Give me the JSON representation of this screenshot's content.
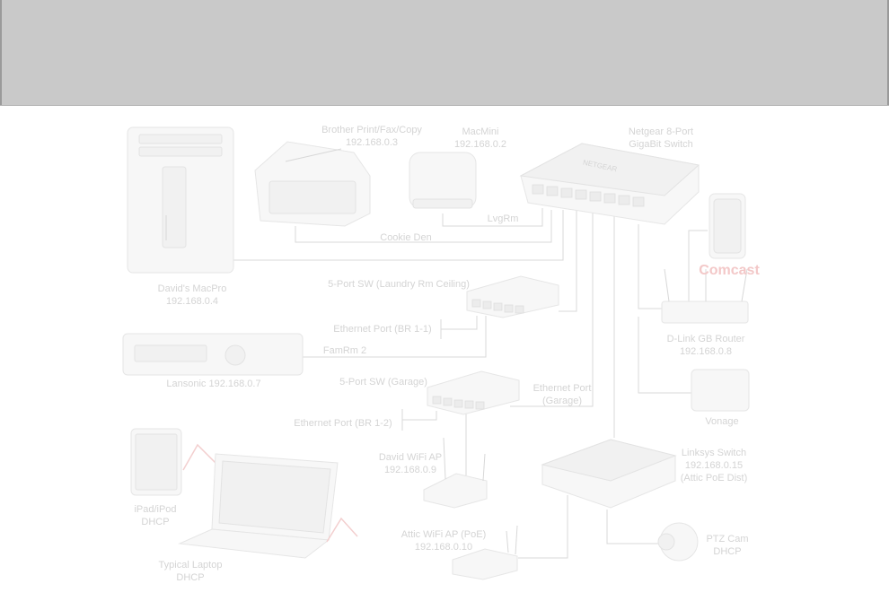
{
  "labels": {
    "brother_name": "Brother Print/Fax/Copy",
    "brother_ip": "192.168.0.3",
    "macmini_name": "MacMini",
    "macmini_ip": "192.168.0.2",
    "netgear_line1": "Netgear 8-Port",
    "netgear_line2": "GigaBit Switch",
    "lvgrm": "LvgRm",
    "cookie_den": "Cookie Den",
    "macpro_name": "David's MacPro",
    "macpro_ip": "192.168.0.4",
    "comcast": "Comcast",
    "sw_laundry": "5-Port SW (Laundry Rm Ceiling)",
    "eth_br11": "Ethernet Port (BR 1-1)",
    "famrm2": "FamRm 2",
    "dlink_name": "D-Link GB Router",
    "dlink_ip": "192.168.0.8",
    "lansonic": "Lansonic 192.168.0.7",
    "sw_garage": "5-Port SW (Garage)",
    "eth_garage_line1": "Ethernet Port",
    "eth_garage_line2": "(Garage)",
    "vonage": "Vonage",
    "eth_br12": "Ethernet Port (BR 1-2)",
    "david_ap_name": "David WiFi AP",
    "david_ap_ip": "192.168.0.9",
    "linksys_line1": "Linksys Switch",
    "linksys_line2": "192.168.0.15",
    "linksys_line3": "(Attic PoE Dist)",
    "ipad_line1": "iPad/iPod",
    "ipad_line2": "DHCP",
    "attic_ap_name": "Attic WiFi AP (PoE)",
    "attic_ap_ip": "192.168.0.10",
    "ptz_line1": "PTZ Cam",
    "ptz_line2": "DHCP",
    "laptop_line1": "Typical Laptop",
    "laptop_line2": "DHCP"
  },
  "netgear_brand": "NETGEAR",
  "colors": {
    "header_bg": "#c9c9c9",
    "label": "#d4d4d4",
    "comcast": "#f3c8c8"
  }
}
